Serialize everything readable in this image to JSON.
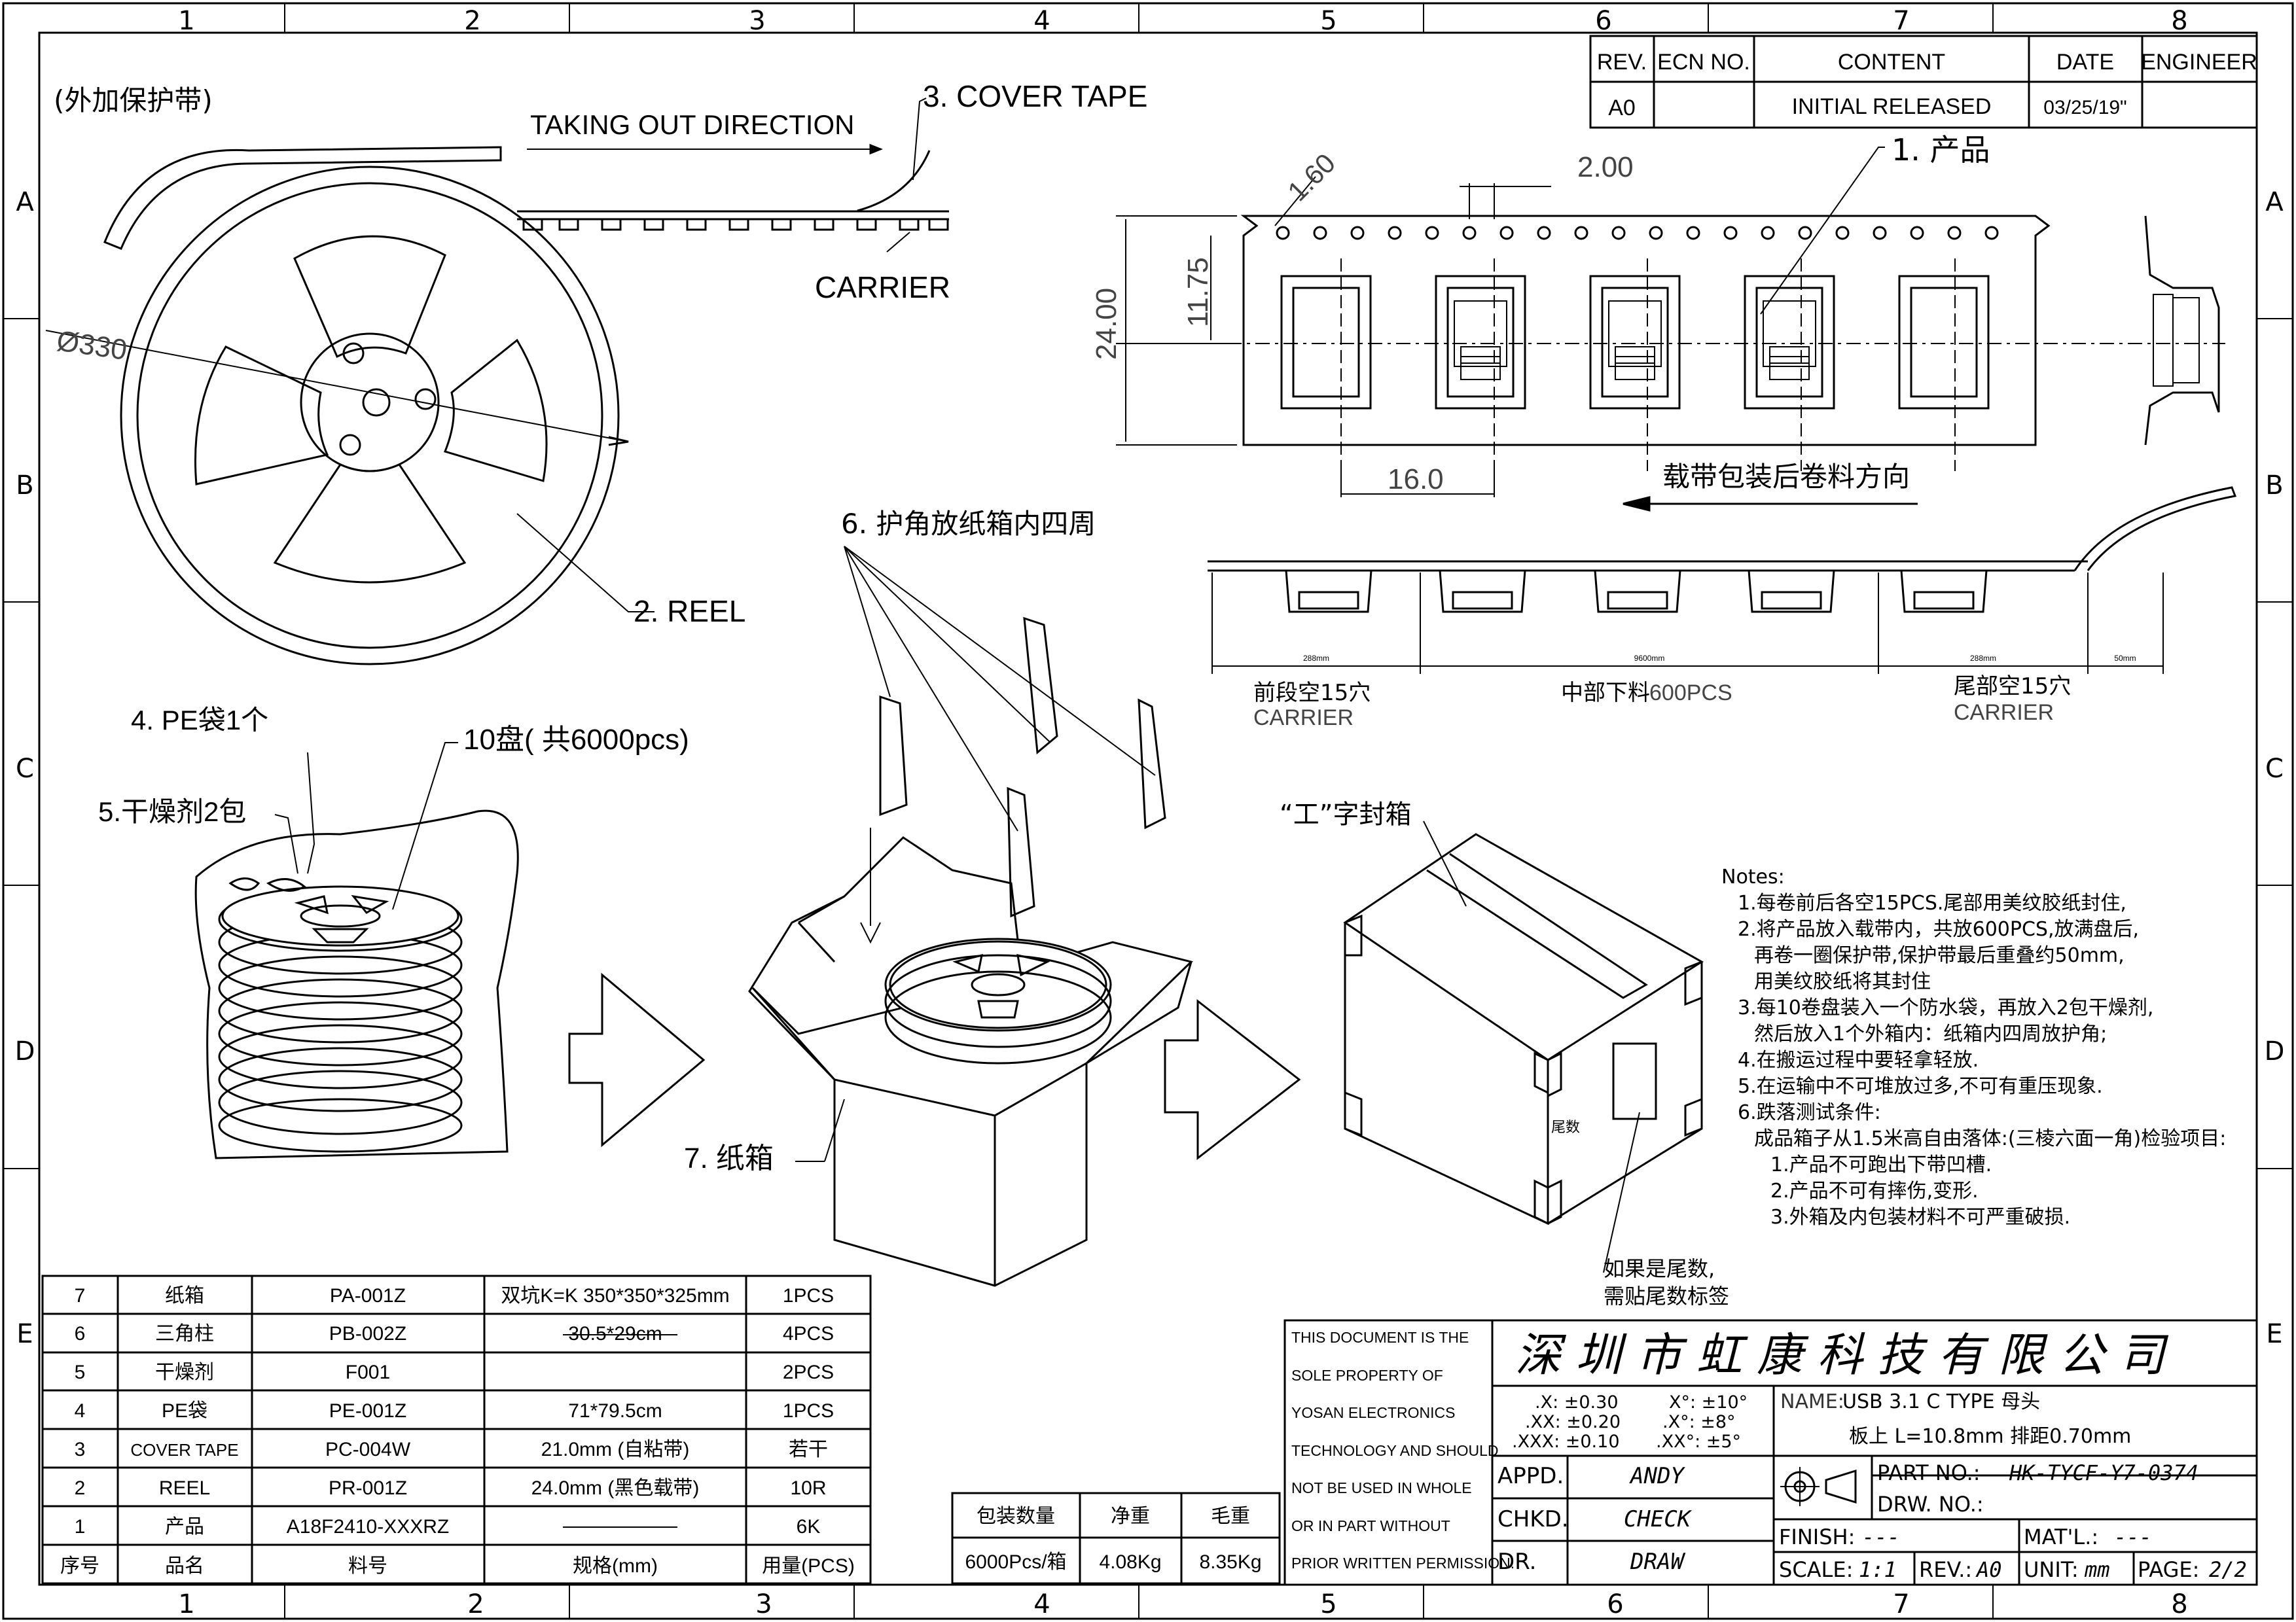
{
  "grid": {
    "cols": [
      "1",
      "2",
      "3",
      "4",
      "5",
      "6",
      "7",
      "8"
    ],
    "rows": [
      "A",
      "B",
      "C",
      "D",
      "E"
    ]
  },
  "revision": {
    "headers": [
      "REV.",
      "ECN NO.",
      "CONTENT",
      "DATE",
      "ENGINEER"
    ],
    "row": {
      "rev": "A0",
      "ecn": "",
      "content": "INITIAL RELEASED",
      "date": "03/25/19\"",
      "engineer": ""
    }
  },
  "reel_view": {
    "protect_tape": "(外加保护带)",
    "direction": "TAKING OUT DIRECTION",
    "cover_tape": "3. COVER TAPE",
    "carrier": "CARRIER",
    "diameter": "Ø330",
    "reel": "2. REEL"
  },
  "tape_view": {
    "product": "1. 产品",
    "dim_pitch_hole": "1.60",
    "dim_pitch": "2.00",
    "dim_half": "11.75",
    "dim_width": "24.00",
    "dim_part_pitch": "16.0",
    "direction": "载带包装后卷料方向"
  },
  "tape_side": {
    "seg_front_dim": "288mm",
    "seg_mid_dim": "9600mm",
    "seg_rear_dim": "288mm",
    "seg_end_dim": "50mm",
    "front_label": "前段空15穴",
    "front_sub": "CARRIER",
    "mid_label": "中部下料",
    "mid_sub": "600PCS",
    "rear_label": "尾部空15穴",
    "rear_sub": "CARRIER"
  },
  "packing": {
    "pe_bag": "4. PE袋1个",
    "desiccant": "5.干燥剂2包",
    "reels": "10盘( 共6000pcs)",
    "corner": "6. 护角放纸箱内四周",
    "box": "7. 纸箱",
    "seal": "“工”字封箱",
    "tail_mark": "尾数",
    "tail_note1": "如果是尾数,",
    "tail_note2": "需贴尾数标签"
  },
  "notes": {
    "title": "Notes:",
    "lines": [
      "1.每卷前后各空15PCS.尾部用美纹胶纸封住,",
      "2.将产品放入载带内，共放600PCS,放满盘后,",
      "再卷一圈保护带,保护带最后重叠约50mm,",
      "用美纹胶纸将其封住",
      "3.每10卷盘装入一个防水袋，再放入2包干燥剂,",
      "然后放入1个外箱内：纸箱内四周放护角;",
      "4.在搬运过程中要轻拿轻放.",
      "5.在运输中不可堆放过多,不可有重压现象.",
      "6.跌落测试条件:",
      "成品箱子从1.5米高自由落体:(三棱六面一角)检验项目:",
      "1.产品不可跑出下带凹槽.",
      "2.产品不可有摔伤,变形.",
      "3.外箱及内包装材料不可严重破损."
    ]
  },
  "bom": {
    "headers": [
      "序号",
      "品名",
      "料号",
      "规格(mm)",
      "用量(PCS)"
    ],
    "rows": [
      [
        "7",
        "纸箱",
        "PA-001Z",
        "双坑K=K 350*350*325mm",
        "1PCS"
      ],
      [
        "6",
        "三角柱",
        "PB-002Z",
        "30.5*29cm",
        "4PCS"
      ],
      [
        "5",
        "干燥剂",
        "F001",
        "——————",
        "2PCS"
      ],
      [
        "4",
        "PE袋",
        "PE-001Z",
        "71*79.5cm",
        "1PCS"
      ],
      [
        "3",
        "COVER TAPE",
        "PC-004W",
        "21.0mm (自粘带)",
        "若干"
      ],
      [
        "2",
        "REEL",
        "PR-001Z",
        "24.0mm (黑色载带)",
        "10R"
      ],
      [
        "1",
        "产品",
        "A18F2410-XXXRZ",
        "——————",
        "6K"
      ]
    ]
  },
  "weights": {
    "headers": [
      "包装数量",
      "净重",
      "毛重"
    ],
    "values": [
      "6000Pcs/箱",
      "4.08Kg",
      "8.35Kg"
    ]
  },
  "title_block": {
    "property_lines": [
      "THIS DOCUMENT IS THE",
      "SOLE PROPERTY OF",
      "YOSAN ELECTRONICS",
      "TECHNOLOGY AND SHOULD",
      "NOT BE USED IN WHOLE",
      "OR IN PART WITHOUT",
      "PRIOR WRITTEN PERMISSION."
    ],
    "company": "深 圳 市 虹 康 科 技 有 限 公 司",
    "tolerances": [
      ".X: ±0.30",
      "X°: ±10°",
      ".XX: ±0.20",
      ".X°: ±8°",
      ".XXX: ±0.10",
      ".XX°: ±5°"
    ],
    "name_label": "NAME:",
    "name_line1": "USB 3.1 C TYPE 母头",
    "name_line2": "板上 L=10.8mm  排距0.70mm",
    "appd_label": "APPD.",
    "appd": "ANDY",
    "chkd_label": "CHKD.",
    "chkd": "CHECK",
    "dr_label": "DR.",
    "dr": "DRAW",
    "part_label": "PART NO.:",
    "part_no": "HK-TYCF-Y7-0374",
    "drw_label": "DRW. NO.:",
    "drw_no": "",
    "finish_label": "FINISH:",
    "finish": "---",
    "matl_label": "MAT'L.:",
    "matl": "---",
    "scale_label": "SCALE:",
    "scale": "1:1",
    "rev_label": "REV.:",
    "rev": "A0",
    "unit_label": "UNIT:",
    "unit": "mm",
    "page_label": "PAGE:",
    "page": "2/2"
  }
}
